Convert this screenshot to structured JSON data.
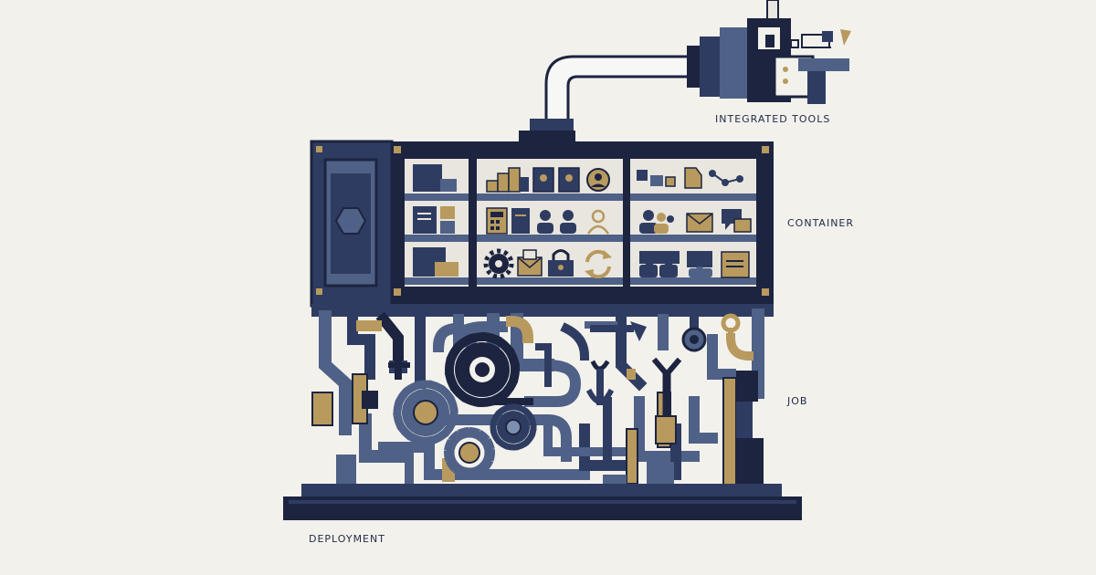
{
  "labels": {
    "integrated_tools": "INTEGRATED TOOLS",
    "container": "CONTAINER",
    "job": "JOB",
    "deployment": "DEPLOYMENT"
  },
  "colors": {
    "background": "#f3f1ec",
    "navy_dark": "#1c2440",
    "navy": "#2f3c62",
    "slate": "#4f6186",
    "steel": "#7d8fae",
    "gold": "#b89a5e",
    "gold_light": "#d2b57a",
    "shelf": "#e9e6df"
  },
  "icons": [
    "hexagon-icon",
    "folder-icon",
    "books-icon",
    "person-icon",
    "document-icon",
    "calculator-icon",
    "people-icon",
    "gear-icon",
    "envelope-icon",
    "lock-icon",
    "refresh-icon",
    "chat-icon",
    "share-icon",
    "wrench-icon",
    "plug-icon"
  ]
}
